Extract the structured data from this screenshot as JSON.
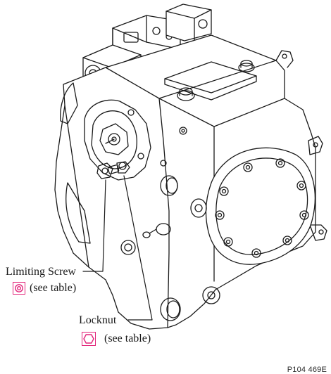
{
  "callouts": {
    "limiting_screw": {
      "label": "Limiting Screw",
      "note": "(see table)",
      "icon": "socket-screw-icon",
      "icon_color": "#e2247a"
    },
    "locknut": {
      "label": "Locknut",
      "note": "(see table)",
      "icon": "hex-nut-icon",
      "icon_color": "#e2247a"
    }
  },
  "figure_ref": "P104 469E"
}
